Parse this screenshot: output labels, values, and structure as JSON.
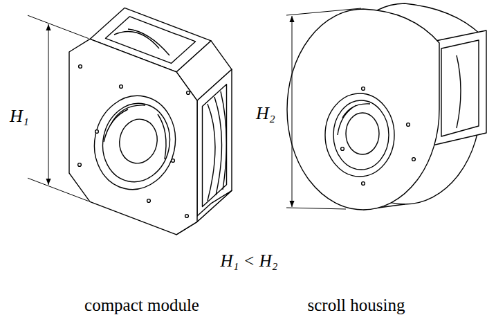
{
  "diagram": {
    "labels": [
      "H₁",
      "H₂",
      "H₁ < H₂",
      "compact module",
      "scroll housing"
    ]
  }
}
